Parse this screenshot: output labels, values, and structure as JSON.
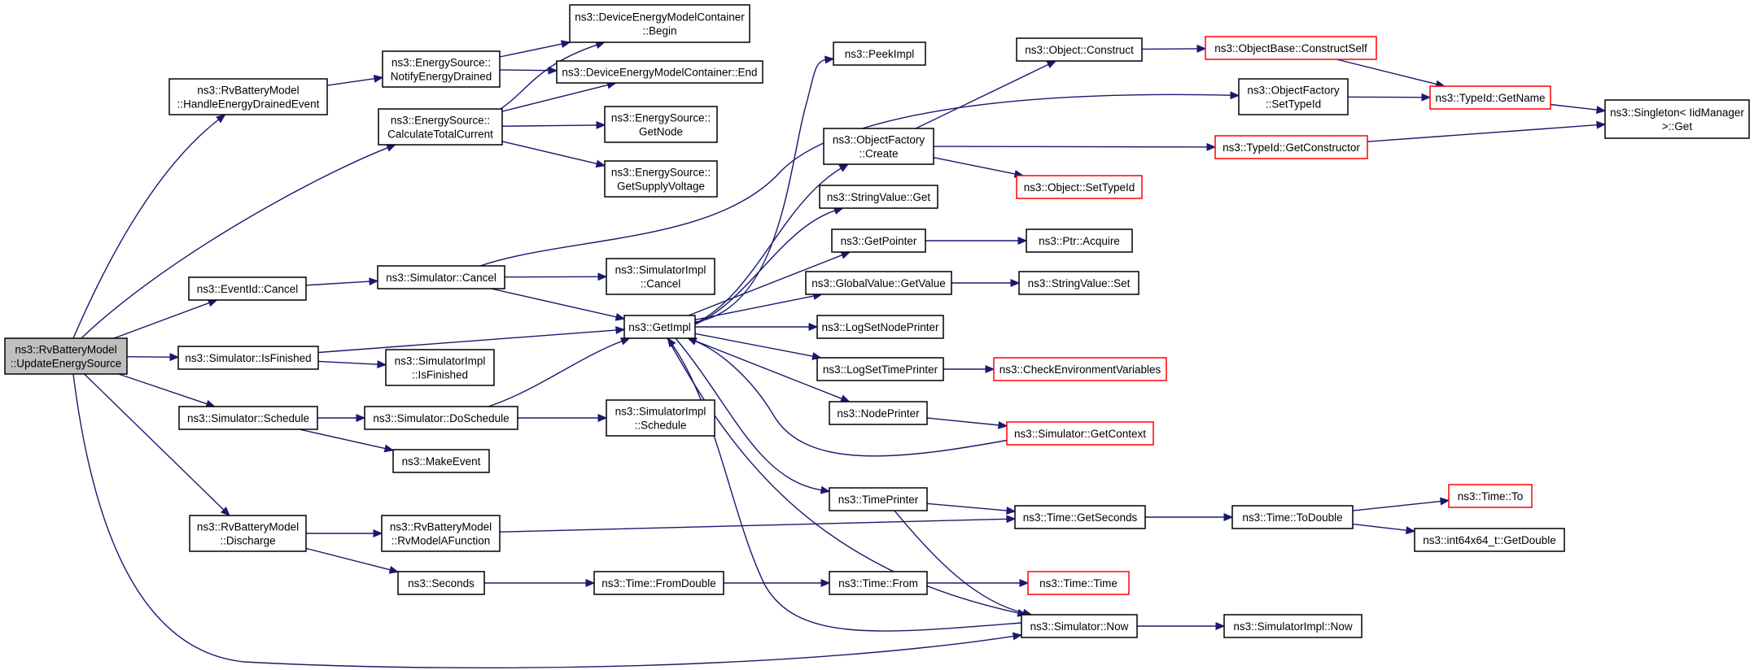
{
  "colors": {
    "edge": "#191970",
    "border_normal": "#000000",
    "border_truncated": "#ff0000",
    "fill_normal": "#ffffff",
    "fill_root": "#bfbfbf"
  },
  "nodes": [
    {
      "id": "updateEnergySource",
      "lines": [
        "ns3::RvBatteryModel",
        "::UpdateEnergySource"
      ],
      "style": "root"
    },
    {
      "id": "handleEnergyDrained",
      "lines": [
        "ns3::RvBatteryModel",
        "::HandleEnergyDrainedEvent"
      ],
      "style": "normal"
    },
    {
      "id": "notifyEnergyDrained",
      "lines": [
        "ns3::EnergySource::",
        "NotifyEnergyDrained"
      ],
      "style": "normal"
    },
    {
      "id": "calculateTotalCurrent",
      "lines": [
        "ns3::EnergySource::",
        "CalculateTotalCurrent"
      ],
      "style": "normal"
    },
    {
      "id": "demcBegin",
      "lines": [
        "ns3::DeviceEnergyModelContainer",
        "::Begin"
      ],
      "style": "normal"
    },
    {
      "id": "demcEnd",
      "lines": [
        "ns3::DeviceEnergyModelContainer::End"
      ],
      "style": "normal"
    },
    {
      "id": "getNode",
      "lines": [
        "ns3::EnergySource::",
        "GetNode"
      ],
      "style": "normal"
    },
    {
      "id": "getSupplyVoltage",
      "lines": [
        "ns3::EnergySource::",
        "GetSupplyVoltage"
      ],
      "style": "normal"
    },
    {
      "id": "eventIdCancel",
      "lines": [
        "ns3::EventId::Cancel"
      ],
      "style": "normal"
    },
    {
      "id": "simCancel",
      "lines": [
        "ns3::Simulator::Cancel"
      ],
      "style": "normal"
    },
    {
      "id": "simImplCancel",
      "lines": [
        "ns3::SimulatorImpl",
        "::Cancel"
      ],
      "style": "normal"
    },
    {
      "id": "simIsFinished",
      "lines": [
        "ns3::Simulator::IsFinished"
      ],
      "style": "normal"
    },
    {
      "id": "simImplIsFinished",
      "lines": [
        "ns3::SimulatorImpl",
        "::IsFinished"
      ],
      "style": "normal"
    },
    {
      "id": "simSchedule",
      "lines": [
        "ns3::Simulator::Schedule"
      ],
      "style": "normal"
    },
    {
      "id": "simDoSchedule",
      "lines": [
        "ns3::Simulator::DoSchedule"
      ],
      "style": "normal"
    },
    {
      "id": "simImplSchedule",
      "lines": [
        "ns3::SimulatorImpl",
        "::Schedule"
      ],
      "style": "normal"
    },
    {
      "id": "makeEvent",
      "lines": [
        "ns3::MakeEvent"
      ],
      "style": "normal"
    },
    {
      "id": "discharge",
      "lines": [
        "ns3::RvBatteryModel",
        "::Discharge"
      ],
      "style": "normal"
    },
    {
      "id": "rvModelAFunction",
      "lines": [
        "ns3::RvBatteryModel",
        "::RvModelAFunction"
      ],
      "style": "normal"
    },
    {
      "id": "seconds",
      "lines": [
        "ns3::Seconds"
      ],
      "style": "normal"
    },
    {
      "id": "timeFromDouble",
      "lines": [
        "ns3::Time::FromDouble"
      ],
      "style": "normal"
    },
    {
      "id": "getImpl",
      "lines": [
        "ns3::GetImpl"
      ],
      "style": "normal"
    },
    {
      "id": "peekImpl",
      "lines": [
        "ns3::PeekImpl"
      ],
      "style": "normal"
    },
    {
      "id": "ofCreate",
      "lines": [
        "ns3::ObjectFactory",
        "::Create"
      ],
      "style": "normal"
    },
    {
      "id": "stringValueGet",
      "lines": [
        "ns3::StringValue::Get"
      ],
      "style": "normal"
    },
    {
      "id": "getPointer",
      "lines": [
        "ns3::GetPointer"
      ],
      "style": "normal"
    },
    {
      "id": "globalValueGetValue",
      "lines": [
        "ns3::GlobalValue::GetValue"
      ],
      "style": "normal"
    },
    {
      "id": "logSetNodePrinter",
      "lines": [
        "ns3::LogSetNodePrinter"
      ],
      "style": "normal"
    },
    {
      "id": "logSetTimePrinter",
      "lines": [
        "ns3::LogSetTimePrinter"
      ],
      "style": "normal"
    },
    {
      "id": "nodePrinter",
      "lines": [
        "ns3::NodePrinter"
      ],
      "style": "normal"
    },
    {
      "id": "timePrinter",
      "lines": [
        "ns3::TimePrinter"
      ],
      "style": "normal"
    },
    {
      "id": "timeFrom",
      "lines": [
        "ns3::Time::From"
      ],
      "style": "normal"
    },
    {
      "id": "simNow",
      "lines": [
        "ns3::Simulator::Now"
      ],
      "style": "normal"
    },
    {
      "id": "objectConstruct",
      "lines": [
        "ns3::Object::Construct"
      ],
      "style": "normal"
    },
    {
      "id": "ofSetTypeId",
      "lines": [
        "ns3::ObjectFactory",
        "::SetTypeId"
      ],
      "style": "normal"
    },
    {
      "id": "objectSetTypeId",
      "lines": [
        "ns3::Object::SetTypeId"
      ],
      "style": "truncated"
    },
    {
      "id": "ptrAcquire",
      "lines": [
        "ns3::Ptr::Acquire"
      ],
      "style": "normal"
    },
    {
      "id": "stringValueSet",
      "lines": [
        "ns3::StringValue::Set"
      ],
      "style": "normal"
    },
    {
      "id": "checkEnvVars",
      "lines": [
        "ns3::CheckEnvironmentVariables"
      ],
      "style": "truncated"
    },
    {
      "id": "simGetContext",
      "lines": [
        "ns3::Simulator::GetContext"
      ],
      "style": "truncated"
    },
    {
      "id": "timeGetSeconds",
      "lines": [
        "ns3::Time::GetSeconds"
      ],
      "style": "normal"
    },
    {
      "id": "timeTime",
      "lines": [
        "ns3::Time::Time"
      ],
      "style": "truncated"
    },
    {
      "id": "simImplNow",
      "lines": [
        "ns3::SimulatorImpl::Now"
      ],
      "style": "normal"
    },
    {
      "id": "objectBaseConstructSelf",
      "lines": [
        "ns3::ObjectBase::ConstructSelf"
      ],
      "style": "truncated"
    },
    {
      "id": "typeIdGetName",
      "lines": [
        "ns3::TypeId::GetName"
      ],
      "style": "truncated"
    },
    {
      "id": "typeIdGetConstructor",
      "lines": [
        "ns3::TypeId::GetConstructor"
      ],
      "style": "truncated"
    },
    {
      "id": "timeToDouble",
      "lines": [
        "ns3::Time::ToDouble"
      ],
      "style": "normal"
    },
    {
      "id": "timeTo",
      "lines": [
        "ns3::Time::To"
      ],
      "style": "truncated"
    },
    {
      "id": "int64GetDouble",
      "lines": [
        "ns3::int64x64_t::GetDouble"
      ],
      "style": "normal"
    },
    {
      "id": "singletonGet",
      "lines": [
        "ns3::Singleton< IidManager",
        ">::Get"
      ],
      "style": "normal"
    }
  ],
  "edges": [
    {
      "from": "updateEnergySource",
      "to": "handleEnergyDrained"
    },
    {
      "from": "updateEnergySource",
      "to": "calculateTotalCurrent"
    },
    {
      "from": "updateEnergySource",
      "to": "eventIdCancel"
    },
    {
      "from": "updateEnergySource",
      "to": "simIsFinished"
    },
    {
      "from": "updateEnergySource",
      "to": "simSchedule"
    },
    {
      "from": "updateEnergySource",
      "to": "discharge"
    },
    {
      "from": "updateEnergySource",
      "to": "simNow"
    },
    {
      "from": "handleEnergyDrained",
      "to": "notifyEnergyDrained"
    },
    {
      "from": "notifyEnergyDrained",
      "to": "demcBegin"
    },
    {
      "from": "notifyEnergyDrained",
      "to": "demcEnd"
    },
    {
      "from": "calculateTotalCurrent",
      "to": "demcBegin"
    },
    {
      "from": "calculateTotalCurrent",
      "to": "demcEnd"
    },
    {
      "from": "calculateTotalCurrent",
      "to": "getNode"
    },
    {
      "from": "calculateTotalCurrent",
      "to": "getSupplyVoltage"
    },
    {
      "from": "eventIdCancel",
      "to": "simCancel"
    },
    {
      "from": "simCancel",
      "to": "simImplCancel"
    },
    {
      "from": "simCancel",
      "to": "getImpl"
    },
    {
      "from": "simCancel",
      "to": "ofSetTypeId"
    },
    {
      "from": "simIsFinished",
      "to": "getImpl"
    },
    {
      "from": "simIsFinished",
      "to": "simImplIsFinished"
    },
    {
      "from": "simSchedule",
      "to": "simDoSchedule"
    },
    {
      "from": "simSchedule",
      "to": "makeEvent"
    },
    {
      "from": "simDoSchedule",
      "to": "getImpl"
    },
    {
      "from": "simDoSchedule",
      "to": "simImplSchedule"
    },
    {
      "from": "discharge",
      "to": "rvModelAFunction"
    },
    {
      "from": "discharge",
      "to": "seconds"
    },
    {
      "from": "rvModelAFunction",
      "to": "timeGetSeconds"
    },
    {
      "from": "seconds",
      "to": "timeFromDouble"
    },
    {
      "from": "timeFromDouble",
      "to": "timeFrom"
    },
    {
      "from": "getImpl",
      "to": "peekImpl"
    },
    {
      "from": "getImpl",
      "to": "ofCreate"
    },
    {
      "from": "getImpl",
      "to": "stringValueGet"
    },
    {
      "from": "getImpl",
      "to": "getPointer"
    },
    {
      "from": "getImpl",
      "to": "globalValueGetValue"
    },
    {
      "from": "getImpl",
      "to": "logSetNodePrinter"
    },
    {
      "from": "getImpl",
      "to": "logSetTimePrinter"
    },
    {
      "from": "getImpl",
      "to": "nodePrinter"
    },
    {
      "from": "getImpl",
      "to": "timePrinter"
    },
    {
      "from": "getImpl",
      "to": "simNow"
    },
    {
      "from": "ofCreate",
      "to": "objectConstruct"
    },
    {
      "from": "ofCreate",
      "to": "typeIdGetConstructor"
    },
    {
      "from": "ofCreate",
      "to": "objectSetTypeId"
    },
    {
      "from": "getPointer",
      "to": "ptrAcquire"
    },
    {
      "from": "globalValueGetValue",
      "to": "stringValueSet"
    },
    {
      "from": "logSetTimePrinter",
      "to": "checkEnvVars"
    },
    {
      "from": "nodePrinter",
      "to": "simGetContext"
    },
    {
      "from": "simGetContext",
      "to": "getImpl"
    },
    {
      "from": "timePrinter",
      "to": "timeGetSeconds"
    },
    {
      "from": "timePrinter",
      "to": "simNow"
    },
    {
      "from": "timeFrom",
      "to": "timeTime"
    },
    {
      "from": "simNow",
      "to": "getImpl"
    },
    {
      "from": "simNow",
      "to": "simImplNow"
    },
    {
      "from": "objectConstruct",
      "to": "objectBaseConstructSelf"
    },
    {
      "from": "objectBaseConstructSelf",
      "to": "typeIdGetName"
    },
    {
      "from": "ofSetTypeId",
      "to": "typeIdGetName"
    },
    {
      "from": "typeIdGetName",
      "to": "singletonGet"
    },
    {
      "from": "typeIdGetConstructor",
      "to": "singletonGet"
    },
    {
      "from": "timeGetSeconds",
      "to": "timeToDouble"
    },
    {
      "from": "timeToDouble",
      "to": "timeTo"
    },
    {
      "from": "timeToDouble",
      "to": "int64GetDouble"
    }
  ]
}
